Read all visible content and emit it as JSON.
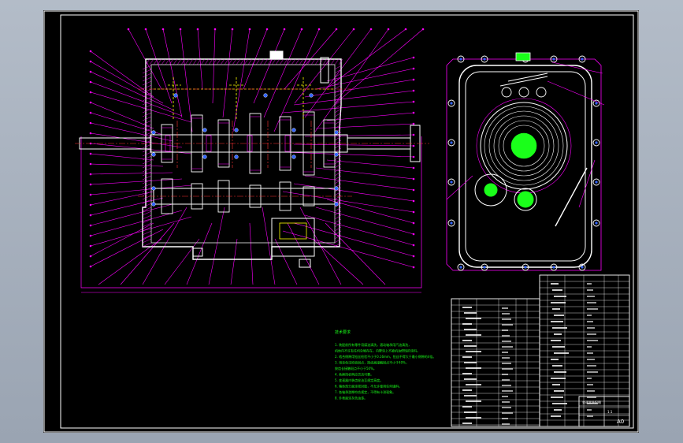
{
  "drawing": {
    "notes_title": "技术要求",
    "notes": [
      "1. 装配前所有零件用煤油清洗，滚动轴承用汽油清洗，",
      "   机体内不许有任何杂物存在，内壁涂上不被机油侵蚀的涂料。",
      "2. 啮合侧隙用铅丝检验不小于0.16mm，铅丝不得大于最小侧隙的4倍。",
      "3. 用涂色法检验斑点，按齿高接触斑点不小于40%，",
      "   按齿长接触斑点不小于50%。",
      "4. 各换挡机构应灵活可靠。",
      "5. 变速器内装齿轮油至规定高度。",
      "6. 箱体剖分面涂密封胶，不允许使用任何填料。",
      "7. 各轴承游隙符合规定，不得有卡滞现象。",
      "8. 外表面涂灰色油漆。"
    ],
    "title_block": {
      "name": "变速器装配图",
      "scale": "1:1",
      "sheet": "A0"
    }
  },
  "colors": {
    "background": "#000000",
    "frame": "#ffffff",
    "part": "#ffffff",
    "leader": "#ff00ff",
    "centerline": "#ff3333",
    "hidden": "#ffff00",
    "hatch": "#ff00ff",
    "notes": "#1aff1a"
  }
}
